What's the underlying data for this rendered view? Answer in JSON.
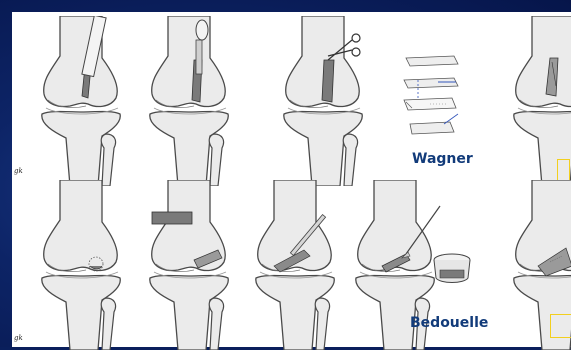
{
  "figure": {
    "technique_top": "Wagner",
    "technique_bottom": "Bedouelle",
    "signature_top": "gk",
    "signature_bottom": "gk"
  },
  "colors": {
    "background": "#0a1f5c",
    "panel": "#ffffff",
    "bone_fill": "#ebebeb",
    "bone_stroke": "#4a4a4a",
    "graft": "#7a7a7a",
    "label": "#123b7a",
    "marker": "#f2cf1e",
    "ink": "#3355bb"
  },
  "icons": [
    "chisel-icon",
    "screwdriver-icon",
    "scissors-icon",
    "scalpel-icon"
  ]
}
